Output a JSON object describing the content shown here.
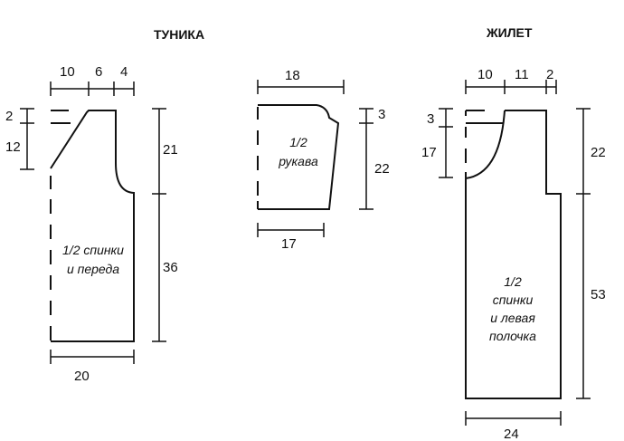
{
  "tunic": {
    "title": "ТУНИКА",
    "top_dims": [
      "10",
      "6",
      "4"
    ],
    "left_dims": [
      "2",
      "12"
    ],
    "right_dims": [
      "21",
      "36"
    ],
    "bottom_dim": "20",
    "label_lines": [
      "1/2 спинки",
      "и переда"
    ]
  },
  "sleeve": {
    "top_dim": "18",
    "right_dims": [
      "3",
      "22"
    ],
    "bottom_dim": "17",
    "label_lines": [
      "1/2",
      "рукава"
    ]
  },
  "vest": {
    "title": "ЖИЛЕТ",
    "top_dims": [
      "10",
      "11",
      "2"
    ],
    "left_dims": [
      "3",
      "17"
    ],
    "right_dims": [
      "22",
      "53"
    ],
    "bottom_dim": "24",
    "label_lines": [
      "1/2",
      "спинки",
      "и левая",
      "полочка"
    ]
  }
}
